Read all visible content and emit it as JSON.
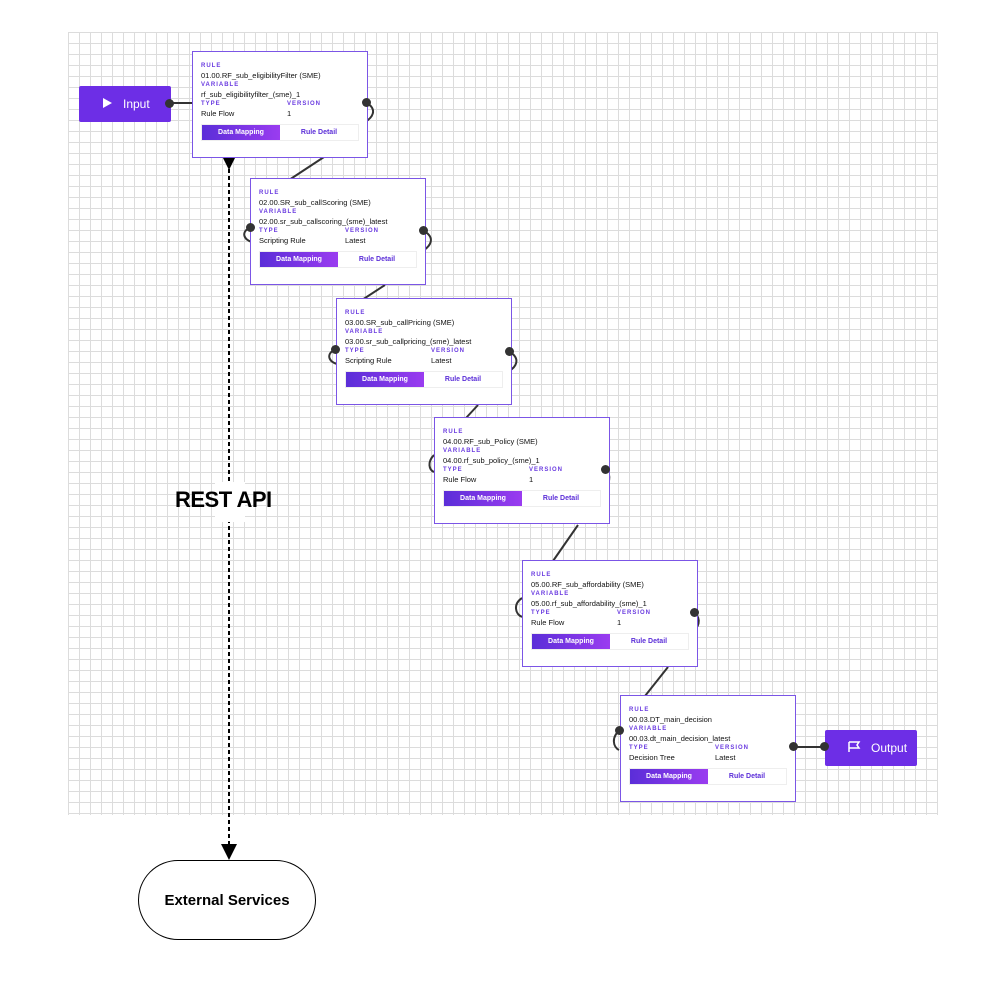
{
  "input_node": {
    "label": "Input",
    "icon": "play-icon"
  },
  "output_node": {
    "label": "Output",
    "icon": "flag-icon"
  },
  "field_labels": {
    "rule": "RULE",
    "variable": "VARIABLE",
    "type": "TYPE",
    "version": "VERSION"
  },
  "buttons": {
    "data_mapping": "Data Mapping",
    "rule_detail": "Rule Detail"
  },
  "rules": [
    {
      "rule": "01.00.RF_sub_eligibilityFilter (SME)",
      "variable": "rf_sub_eligibilityfilter_(sme)_1",
      "type": "Rule Flow",
      "version": "1"
    },
    {
      "rule": "02.00.SR_sub_callScoring (SME)",
      "variable": "02.00.sr_sub_callscoring_(sme)_latest",
      "type": "Scripting Rule",
      "version": "Latest"
    },
    {
      "rule": "03.00.SR_sub_callPricing (SME)",
      "variable": "03.00.sr_sub_callpricing_(sme)_latest",
      "type": "Scripting Rule",
      "version": "Latest"
    },
    {
      "rule": "04.00.RF_sub_Policy (SME)",
      "variable": "04.00.rf_sub_policy_(sme)_1",
      "type": "Rule Flow",
      "version": "1"
    },
    {
      "rule": "05.00.RF_sub_affordability (SME)",
      "variable": "05.00.rf_sub_affordability_(sme)_1",
      "type": "Rule Flow",
      "version": "1"
    },
    {
      "rule": "00.03.DT_main_decision",
      "variable": "00.03.dt_main_decision_latest",
      "type": "Decision Tree",
      "version": "Latest"
    }
  ],
  "rest_api_label": "REST API",
  "external_services_label": "External Services",
  "colors": {
    "accent": "#6d2ee6",
    "card_border": "#7b55e6",
    "grid": "#dcdcdc"
  }
}
